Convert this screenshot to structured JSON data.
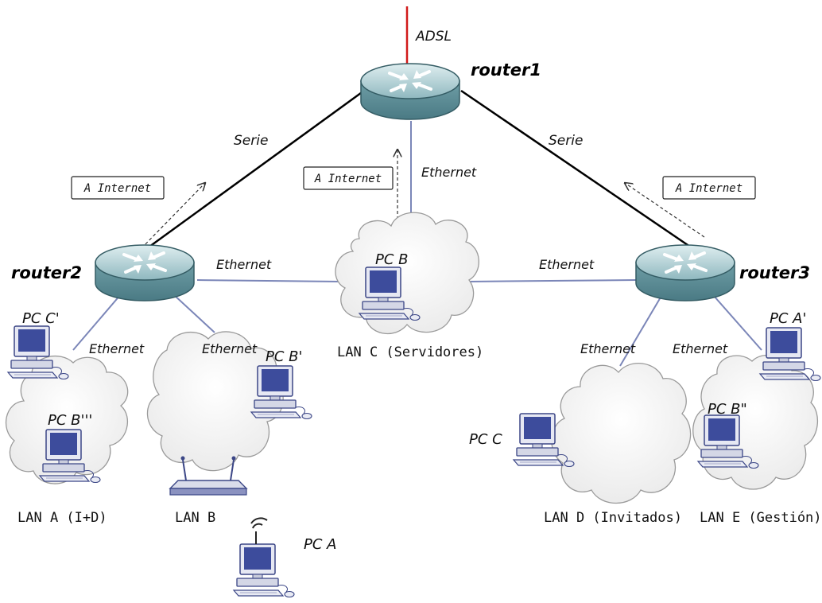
{
  "routers": {
    "r1": "router1",
    "r2": "router2",
    "r3": "router3"
  },
  "links": {
    "adsl": "ADSL",
    "serie": "Serie",
    "ethernet": "Ethernet"
  },
  "internet_label": "A Internet",
  "lans": {
    "a": "LAN A (I+D)",
    "b": "LAN B",
    "c": "LAN C (Servidores)",
    "d": "LAN D (Invitados)",
    "e": "LAN E (Gestión)"
  },
  "pcs": {
    "pc_a": "PC A",
    "pc_a_prime": "PC A'",
    "pc_b": "PC B",
    "pc_b_prime": "PC B'",
    "pc_b_double": "PC B\"",
    "pc_b_triple": "PC B'''",
    "pc_c": "PC C",
    "pc_c_prime": "PC C'"
  },
  "colors": {
    "adsl_line": "#d11a1a",
    "serial_line": "#000000",
    "ethernet_line": "#7b86b8",
    "router_fill": "#6f9ea6",
    "cloud_fill": "#f4f4f4",
    "pc_screen": "#3d4c9c"
  }
}
